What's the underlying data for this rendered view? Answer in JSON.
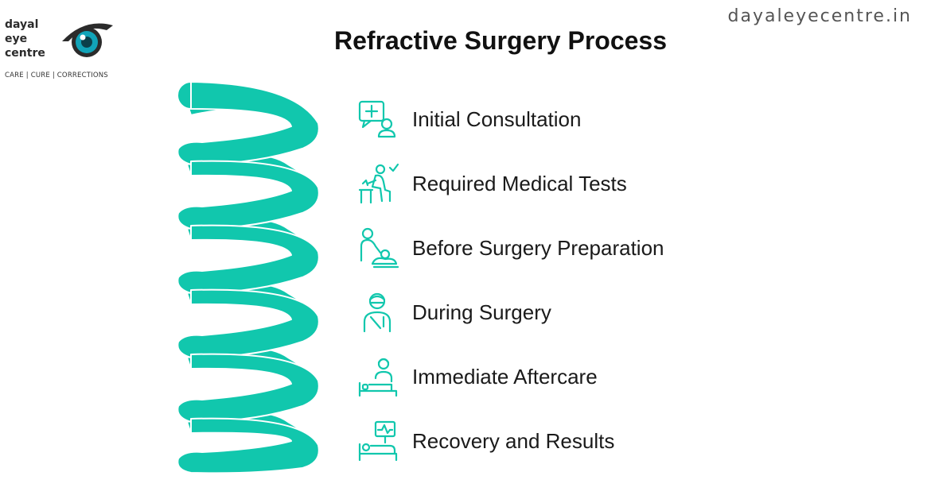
{
  "brand": {
    "name_lines": [
      "dayal",
      "eye",
      "centre"
    ],
    "tagline": "CARE | CURE | CORRECTIONS",
    "website": "dayaleyecentre.in",
    "accent_color": "#11c7ad"
  },
  "diagram": {
    "title": "Refractive Surgery Process",
    "steps": [
      {
        "label": "Initial Consultation",
        "icon": "consultation-icon"
      },
      {
        "label": "Required Medical Tests",
        "icon": "medical-tests-icon"
      },
      {
        "label": "Before Surgery Preparation",
        "icon": "preparation-icon"
      },
      {
        "label": "During Surgery",
        "icon": "surgery-icon"
      },
      {
        "label": "Immediate Aftercare",
        "icon": "aftercare-icon"
      },
      {
        "label": "Recovery and Results",
        "icon": "recovery-icon"
      }
    ]
  }
}
